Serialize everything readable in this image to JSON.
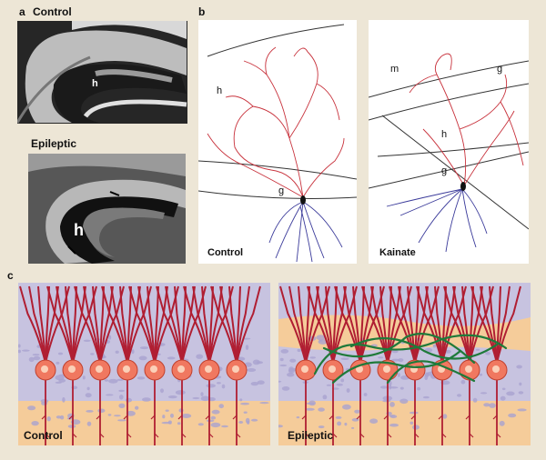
{
  "panel_a": {
    "letter": "a",
    "control_label": "Control",
    "epileptic_label": "Epileptic",
    "hilus_label": "h"
  },
  "panel_b": {
    "letter": "b",
    "control_label": "Control",
    "kainate_label": "Kainate",
    "hilus_label": "h",
    "granule_label": "g",
    "molecular_label": "m"
  },
  "panel_c": {
    "letter": "c",
    "control_label": "Control",
    "epileptic_label": "Epileptic"
  },
  "colors": {
    "background": "#ede6d6",
    "axon": "#c8323c",
    "dendrite": "#3a3a9a",
    "neuron": "#b01e32",
    "soma": "#f07860",
    "layer_blue": "#c7c3e0",
    "layer_orange": "#f5cc9a",
    "mossy_fiber": "#1f7a3a"
  }
}
